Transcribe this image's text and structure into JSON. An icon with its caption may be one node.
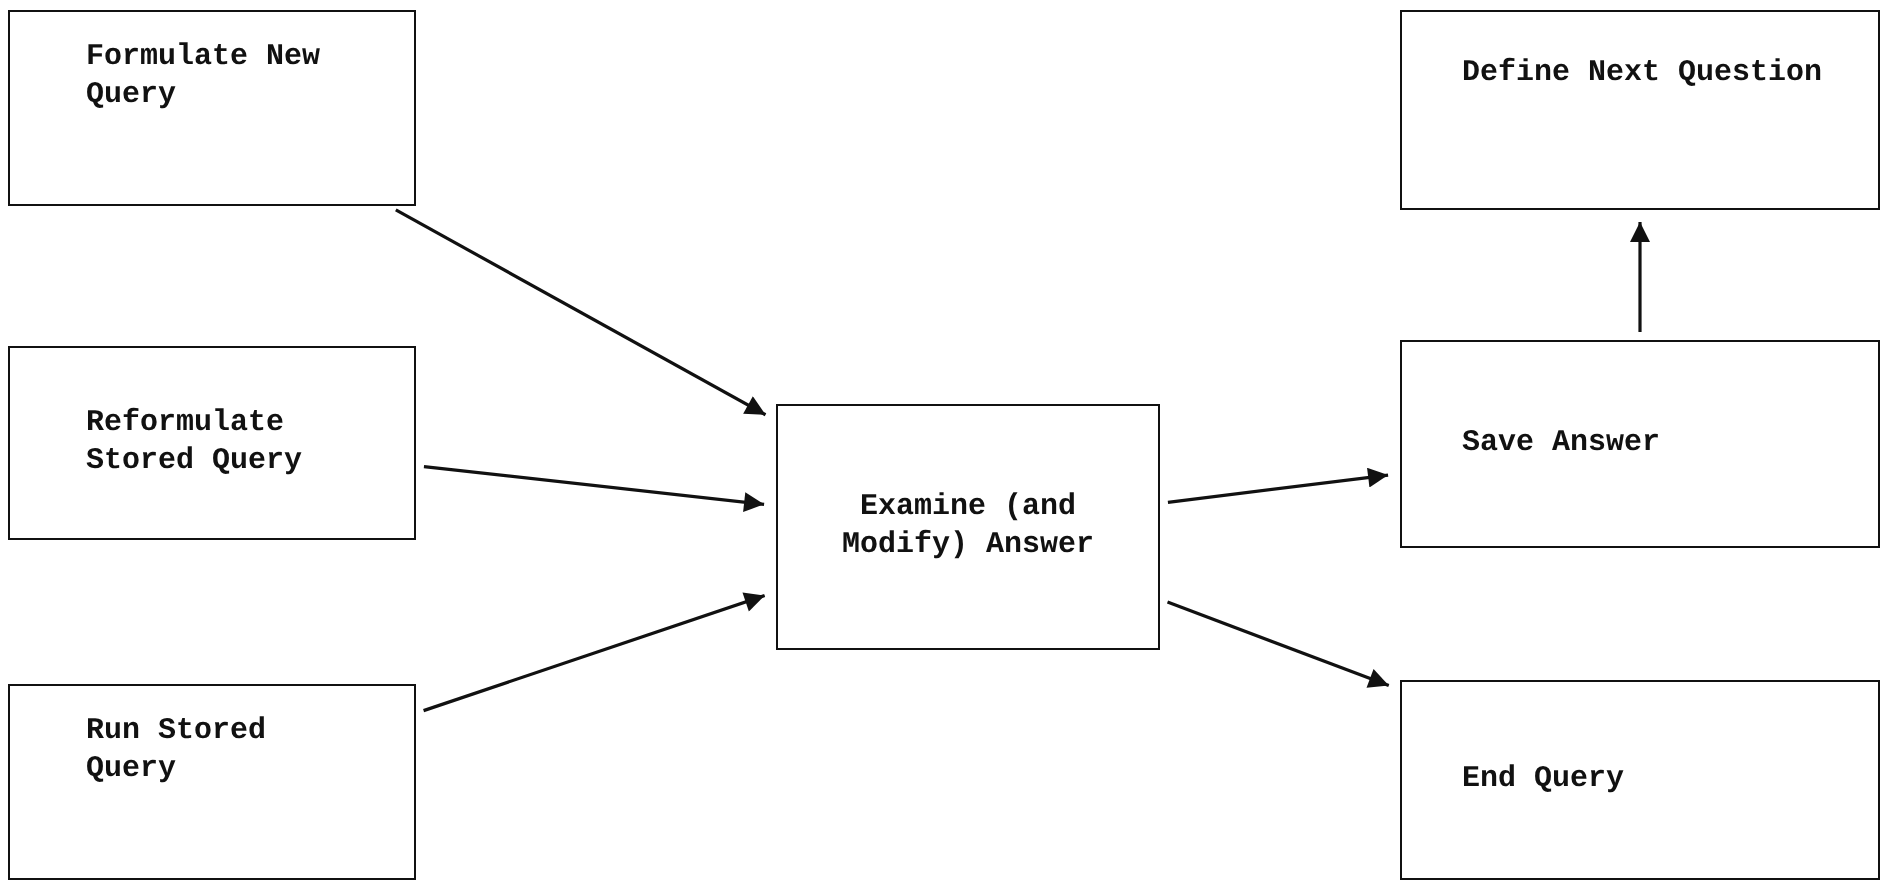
{
  "diagram": {
    "nodes": [
      {
        "text": [
          "Formulate New Query"
        ]
      },
      {
        "text": [
          "Reformulate Stored Query"
        ]
      },
      {
        "text": [
          "Run Stored Query"
        ]
      },
      {
        "text": [
          "Examine (and Modify) Answer"
        ]
      },
      {
        "text": [
          "Define Next Question"
        ]
      },
      {
        "text": [
          "Save Answer"
        ]
      },
      {
        "text": [
          "End Query"
        ]
      }
    ],
    "edges": [
      {
        "from": 0,
        "to": 3,
        "arrow": "to"
      },
      {
        "from": 1,
        "to": 3,
        "arrow": "to"
      },
      {
        "from": 2,
        "to": 3,
        "arrow": "to"
      },
      {
        "from": 3,
        "to": 5,
        "arrow": "to"
      },
      {
        "from": 5,
        "to": 4,
        "arrow": "to"
      },
      {
        "from": 3,
        "to": 6,
        "arrow": "to"
      }
    ]
  }
}
